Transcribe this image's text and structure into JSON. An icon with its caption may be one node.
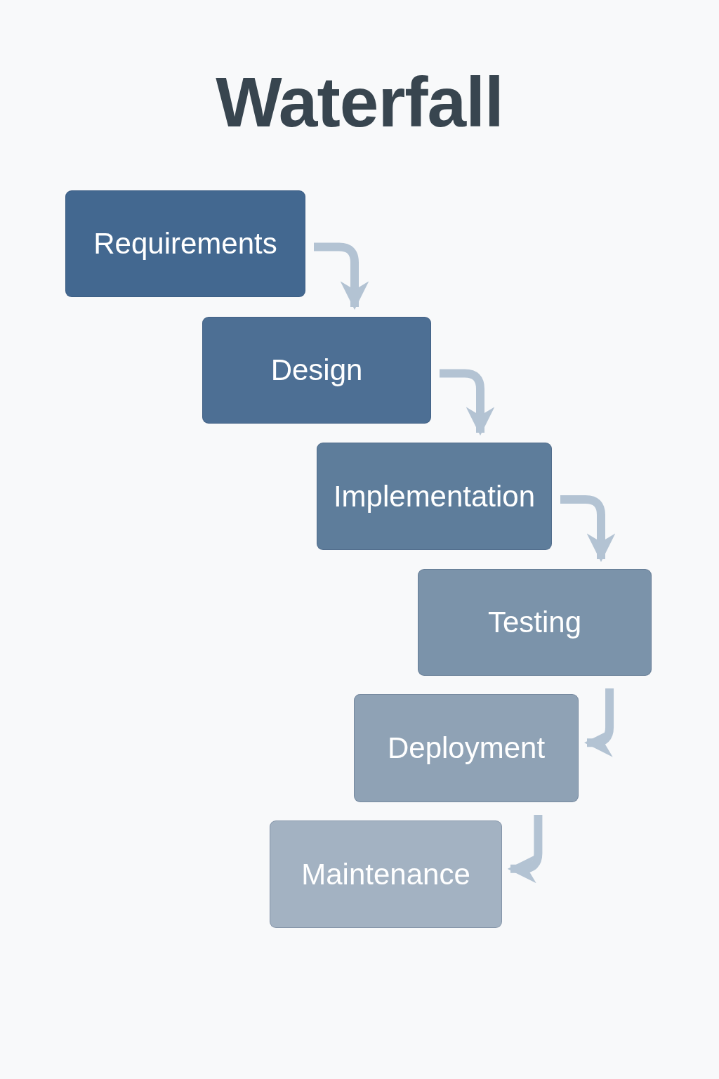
{
  "diagram": {
    "title": "Waterfall",
    "nodes": [
      {
        "text": [
          "Requirements"
        ]
      },
      {
        "text": [
          "Design"
        ]
      },
      {
        "text": [
          "Implementation"
        ]
      },
      {
        "text": [
          "Testing"
        ]
      },
      {
        "text": [
          "Deployment"
        ]
      },
      {
        "text": [
          "Maintenance"
        ]
      }
    ],
    "edges": [
      {
        "from": 0,
        "to": 1,
        "arrow": "to"
      },
      {
        "from": 1,
        "to": 2,
        "arrow": "to"
      },
      {
        "from": 2,
        "to": 3,
        "arrow": "to"
      },
      {
        "from": 3,
        "to": 4,
        "arrow": "to"
      },
      {
        "from": 4,
        "to": 5,
        "arrow": "to"
      }
    ]
  }
}
